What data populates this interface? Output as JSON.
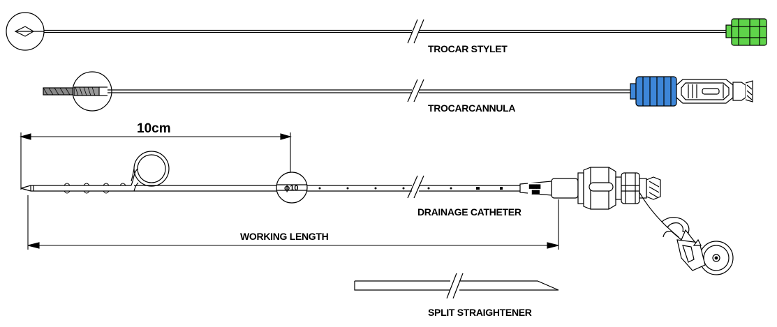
{
  "labels": {
    "trocar_stylet": "TROCAR STYLET",
    "trocar_cannula": "TROCARCANNULA",
    "drainage_catheter": "DRAINAGE CATHETER",
    "working_length": "WORKING LENGTH",
    "split_straightener": "SPLIT STRAIGHTENER",
    "coil_length": "10cm",
    "diameter_marker": "ϕ10"
  },
  "colors": {
    "stylet_hub": "#5fd34a",
    "cannula_hub": "#3d86d8",
    "outline": "#000000"
  }
}
